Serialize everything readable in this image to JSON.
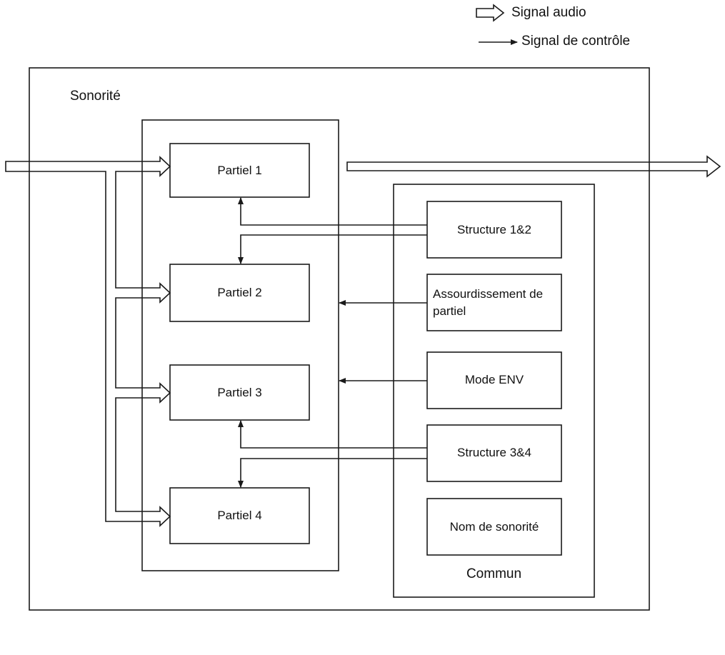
{
  "legend": {
    "audio_label": "Signal audio",
    "control_label": "Signal de contrôle"
  },
  "sonorite": {
    "label": "Sonorité"
  },
  "partials": [
    {
      "label": "Partiel 1"
    },
    {
      "label": "Partiel 2"
    },
    {
      "label": "Partiel 3"
    },
    {
      "label": "Partiel 4"
    }
  ],
  "commun": {
    "label": "Commun",
    "items": [
      {
        "label": "Structure 1&2"
      },
      {
        "label": "Assourdissement de partiel"
      },
      {
        "label": "Mode ENV"
      },
      {
        "label": "Structure 3&4"
      },
      {
        "label": "Nom de sonorité"
      }
    ]
  },
  "colors": {
    "line": "#1a1a1a",
    "background": "#ffffff"
  }
}
